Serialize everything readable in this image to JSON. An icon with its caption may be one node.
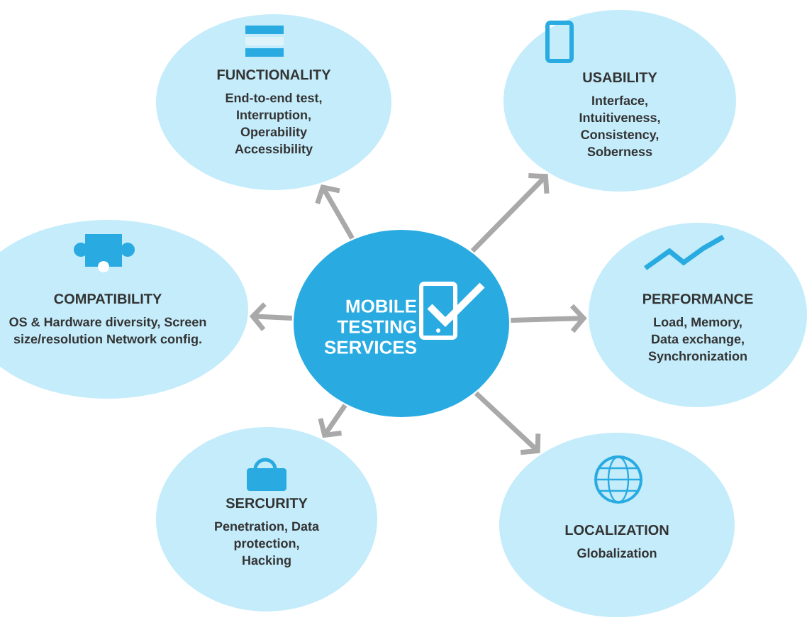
{
  "diagram": {
    "nodes": [
      {
        "text": [
          "MOBILE TESTING SERVICES"
        ]
      },
      {
        "text": [
          "FUNCTIONALITY",
          "End-to-end test, Interruption, Operability Accessibility"
        ]
      },
      {
        "text": [
          "USABILITY",
          "Interface, Intuitiveness, Consistency, Soberness"
        ]
      },
      {
        "text": [
          "COMPATIBILITY",
          "OS & Hardware diversity, Screen size/resolution Network config."
        ]
      },
      {
        "text": [
          "PERFORMANCE",
          "Load, Memory, Data exchange, Synchronization"
        ]
      },
      {
        "text": [
          "SERCURITY",
          "Penetration, Data protection, Hacking"
        ]
      },
      {
        "text": [
          "LOCALIZATION",
          "Globalization"
        ]
      }
    ],
    "edges": [
      {
        "from": 0,
        "to": 1,
        "arrow": "to"
      },
      {
        "from": 0,
        "to": 2,
        "arrow": "to"
      },
      {
        "from": 0,
        "to": 3,
        "arrow": "to"
      },
      {
        "from": 0,
        "to": 4,
        "arrow": "to"
      },
      {
        "from": 0,
        "to": 5,
        "arrow": "to"
      },
      {
        "from": 0,
        "to": 6,
        "arrow": "to"
      }
    ]
  }
}
